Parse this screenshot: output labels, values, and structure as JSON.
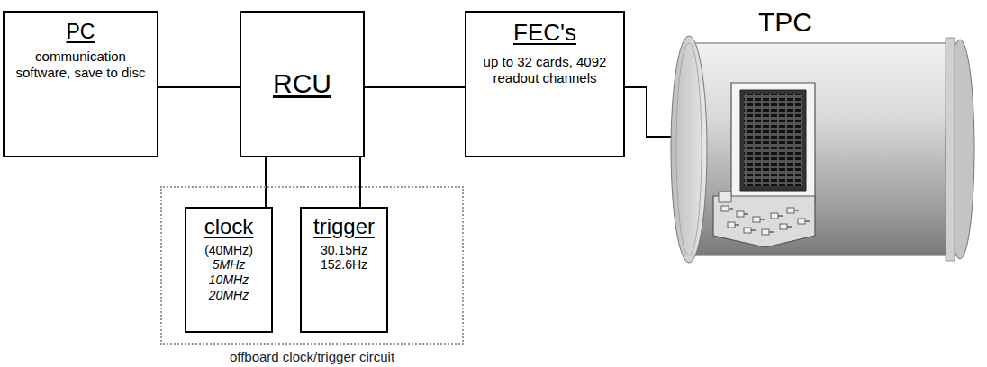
{
  "diagram": {
    "nodes": [
      {
        "text": [
          "PC",
          "communication software, save to disc"
        ]
      },
      {
        "text": [
          "RCU"
        ]
      },
      {
        "text": [
          "FEC's",
          "up to 32 cards, 4092 readout channels"
        ]
      },
      {
        "text": [
          "TPC"
        ]
      },
      {
        "text": [
          "offboard clock/trigger circuit"
        ]
      },
      {
        "text": [
          "clock",
          "(40MHz)",
          "5MHz",
          "10MHz",
          "20MHz"
        ],
        "in": 4
      },
      {
        "text": [
          "trigger",
          "30.15Hz",
          "152.6Hz"
        ],
        "in": 4
      }
    ],
    "edges": [
      {
        "from": 0,
        "to": 1,
        "arrow": "none"
      },
      {
        "from": 1,
        "to": 2,
        "arrow": "none"
      },
      {
        "from": 2,
        "to": 3,
        "arrow": "none"
      },
      {
        "from": 1,
        "to": 5,
        "arrow": "none"
      },
      {
        "from": 1,
        "to": 6,
        "arrow": "none"
      }
    ]
  }
}
